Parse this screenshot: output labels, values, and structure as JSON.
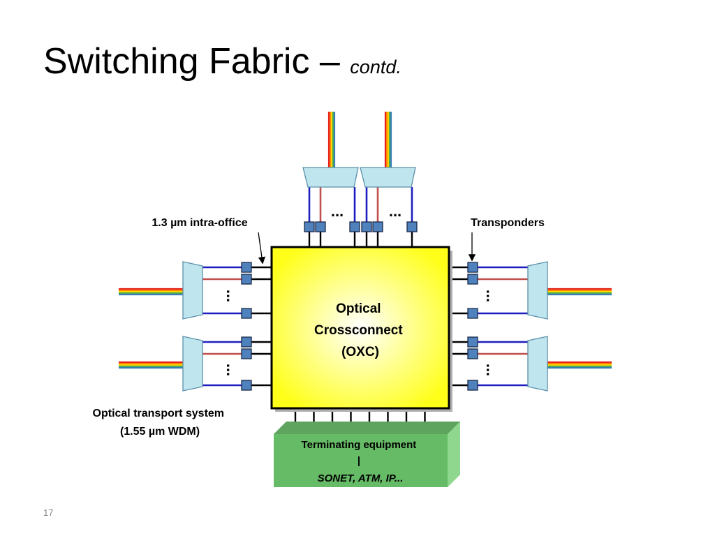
{
  "slide": {
    "title": "Switching Fabric – ",
    "title_suffix": "contd.",
    "page_number": "17"
  },
  "diagram": {
    "oxc_label_lines": [
      "Optical",
      "Crossconnect",
      "(OXC)"
    ],
    "intra_office_label": "1.3 µm intra-office",
    "transponders_label": "Transponders",
    "transport_label_lines": [
      "Optical transport system",
      "(1.55 µm WDM)"
    ],
    "terminating_lines": [
      "Terminating equipment",
      "|",
      "SONET, ATM, IP..."
    ],
    "ellipsis": "..."
  },
  "colors": {
    "oxc_center": "#ffffff",
    "oxc_edge": "#ffff1a",
    "terminating_green": "#66bb66",
    "terminating_green_light": "#8fd68f",
    "transponder_blue": "#4f81bd",
    "mux_fill": "#bfe6ee",
    "fiber_blue": "#1f1fbf",
    "fiber_red": "#c0504d",
    "rainbow": [
      "#e41a1c",
      "#ff7f00",
      "#ffd700",
      "#4daf4a",
      "#377eb8"
    ]
  },
  "icons": {
    "mux": "trapezoid-mux-icon",
    "transponder": "square-transponder-icon",
    "arrow": "pointer-arrow-icon"
  }
}
